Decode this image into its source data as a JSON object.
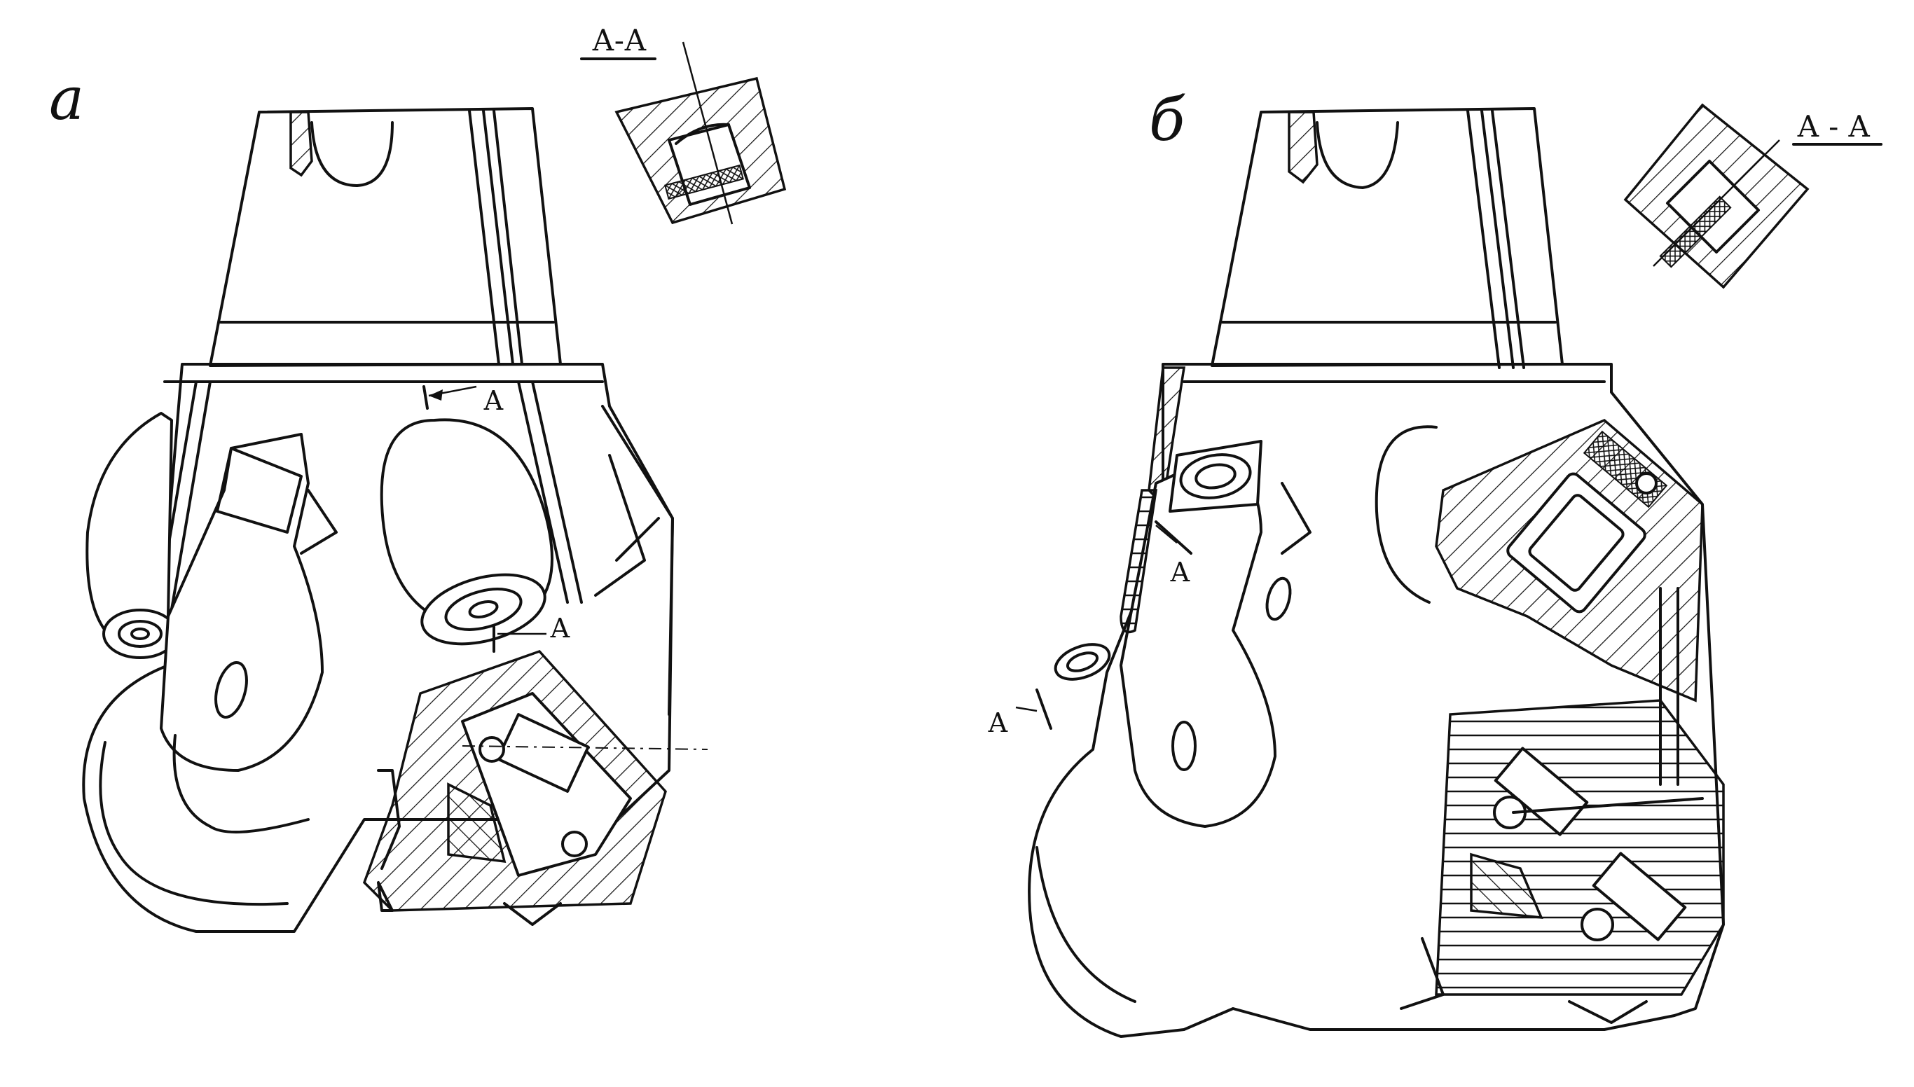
{
  "figure": {
    "panel_a": {
      "label": "а",
      "section_title": "А-А",
      "cut_marks": [
        "А",
        "А"
      ]
    },
    "panel_b": {
      "label": "б",
      "section_title": "А - А",
      "cut_marks": [
        "А",
        "А"
      ]
    }
  },
  "colors": {
    "ink": "#111111",
    "paper": "#ffffff"
  }
}
